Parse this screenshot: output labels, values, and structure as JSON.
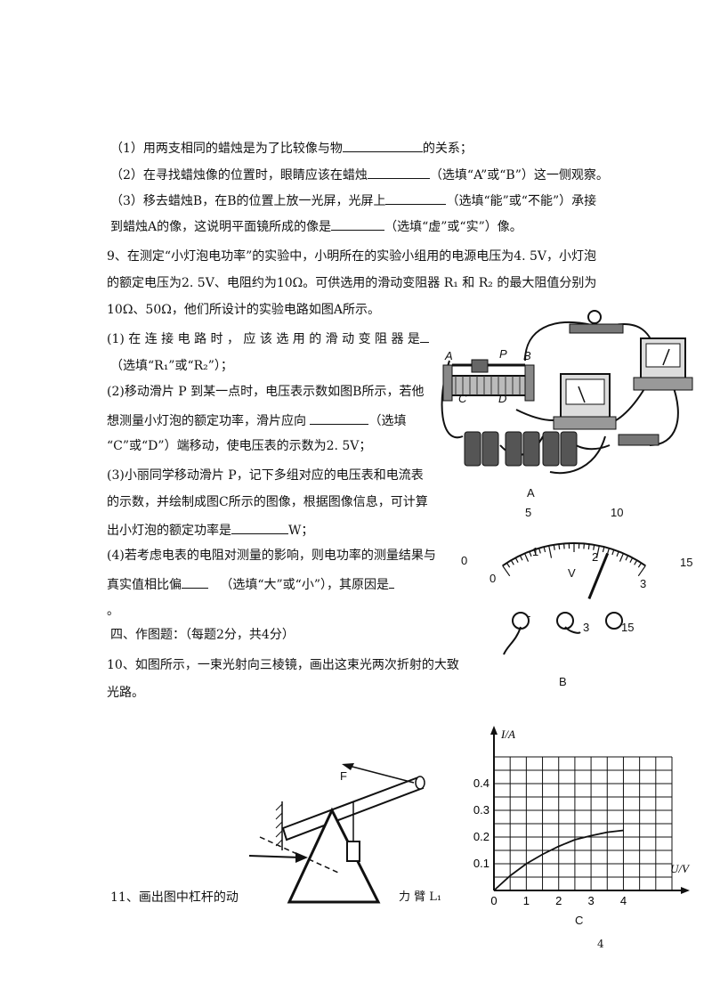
{
  "q8": {
    "p1a": "（1）用两支相同的蜡烛是为了比较像与物",
    "p1b": "的关系；",
    "p2a": "（2）在寻找蜡烛像的位置时，眼睛应该在蜡烛",
    "p2b": "（选填“A”或“B”）这一侧观察。",
    "p3a": "（3）移去蜡烛B，在B的位置上放一光屏，光屏上",
    "p3b": "（选填“能”或“不能”）承接",
    "p4a": "到蜡烛A的像，这说明平面镜所成的像是",
    "p4b": "（选填“虚”或“实”）像。"
  },
  "q9": {
    "intro1": "9、在测定“小灯泡电功率”的实验中，小明所在的实验小组用的电源电压为4. 5V，小灯泡",
    "intro2": "的额定电压为2. 5V、电阻约为10Ω。可供选用的滑动变阻器 R₁ 和 R₂ 的最大阻值分别为",
    "intro3": "10Ω、50Ω，他们所设计的实验电路如图A所示。",
    "s1a": "(1) 在 连 接 电 路 时 ， 应 该 选 用 的 滑 动 变 阻 器 是",
    "s1b": "（选填“R₁”或“R₂”）；",
    "s2a": "(2)移动滑片 P 到某一点时，电压表示数如图B所示，若他",
    "s2b": "想测量小灯泡的额定功率，滑片应向",
    "s2b2": "（选填",
    "s2c": "“C”或“D”）端移动，使电压表的示数为2. 5V；",
    "s3a": "(3)小丽同学移动滑片 P，记下多组对应的电压表和电流表",
    "s3b": "的示数，并绘制成图C所示的图像，根据图像信息，可计算",
    "s3c": "出小灯泡的额定功率是",
    "s3c2": "W；",
    "s4a": "(4)若考虑电表的电阻对测量的影响，则电功率的测量结果与",
    "s4b": "真实值相比偏",
    "s4b2": "（选填“大”或“小”），其原因是",
    "s4c": "。"
  },
  "section4": "四、作图题：（每题2分，共4分）",
  "q10": {
    "l1": "10、如图所示，一束光射向三棱镜，画出这束光两次折射的大致",
    "l2": "光路。"
  },
  "q11": {
    "a": "11、画出图中杠杆的动",
    "b": "力 臂  L₁"
  },
  "figA": {
    "caption": "A",
    "labels": {
      "a": "A",
      "p": "P",
      "b": "B",
      "c": "C",
      "d": "D"
    }
  },
  "figB": {
    "caption": "B",
    "upper_ticks": [
      "0",
      "5",
      "10",
      "15"
    ],
    "lower_ticks": [
      "0",
      "1",
      "2",
      "3"
    ],
    "unit": "V",
    "needle_value": 2.2,
    "terminals": [
      "-",
      "3",
      "15"
    ]
  },
  "leverFig": {
    "force_label": "F"
  },
  "chart_data": {
    "type": "line",
    "title": "C",
    "xlabel": "U/V",
    "ylabel": "I/A",
    "x_ticks": [
      "0",
      "1",
      "2",
      "3",
      "4"
    ],
    "y_ticks": [
      "0.1",
      "0.2",
      "0.3",
      "0.4"
    ],
    "xlim": [
      0,
      5.5
    ],
    "ylim": [
      0,
      0.55
    ],
    "grid": true,
    "series": [
      {
        "x": [
          0,
          0.5,
          1,
          1.5,
          2,
          2.5,
          3,
          3.5,
          4
        ],
        "y": [
          0,
          0.055,
          0.1,
          0.135,
          0.165,
          0.19,
          0.205,
          0.218,
          0.225
        ]
      }
    ]
  },
  "page_number": "4"
}
